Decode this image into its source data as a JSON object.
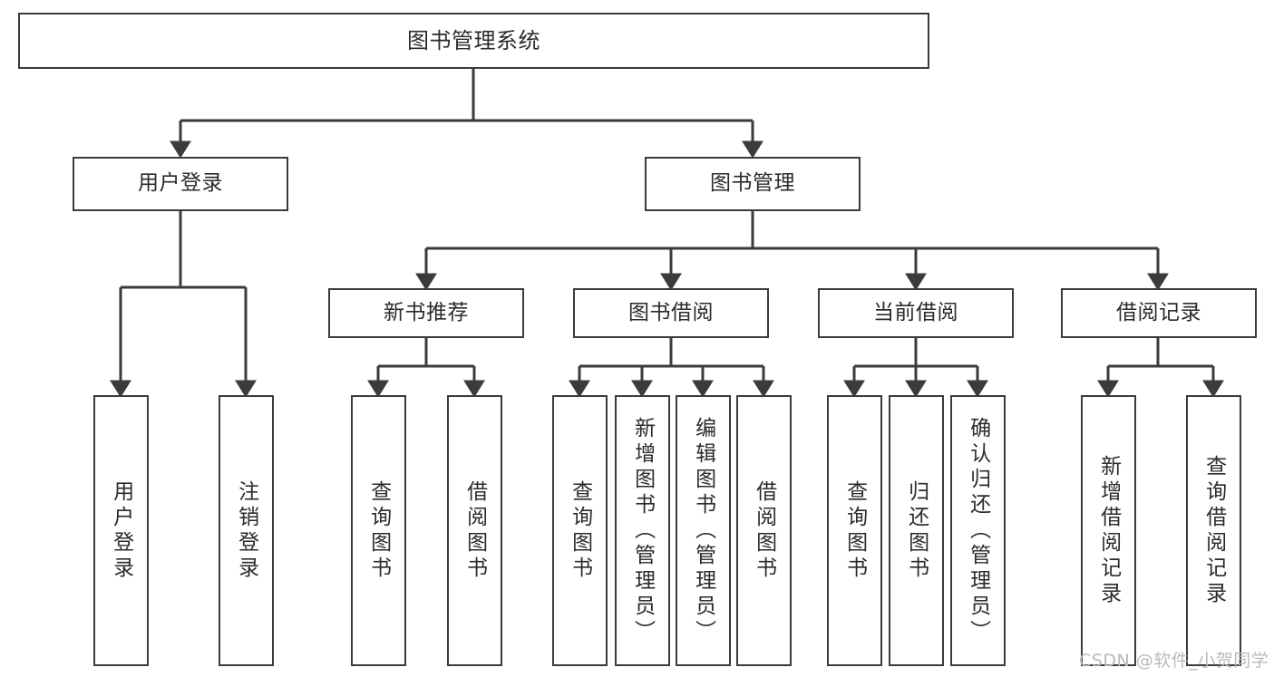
{
  "diagram": {
    "title": "图书管理系统",
    "type": "tree-hierarchy-chart",
    "orientation": "top-down",
    "line_color": "#3b3b3b",
    "box_fill": "#ffffff",
    "text_color": "#2b2b2b",
    "levels": [
      {
        "level": 0,
        "nodes": [
          {
            "id": "root",
            "label": "图书管理系统",
            "text_orientation": "horizontal"
          }
        ]
      },
      {
        "level": 1,
        "nodes": [
          {
            "id": "login",
            "label": "用户登录",
            "text_orientation": "horizontal",
            "parent": "root"
          },
          {
            "id": "bookmgmt",
            "label": "图书管理",
            "text_orientation": "horizontal",
            "parent": "root"
          }
        ]
      },
      {
        "level": 2,
        "nodes": [
          {
            "id": "newbook",
            "label": "新书推荐",
            "text_orientation": "horizontal",
            "parent": "bookmgmt"
          },
          {
            "id": "borrow",
            "label": "图书借阅",
            "text_orientation": "horizontal",
            "parent": "bookmgmt"
          },
          {
            "id": "current",
            "label": "当前借阅",
            "text_orientation": "horizontal",
            "parent": "bookmgmt"
          },
          {
            "id": "records",
            "label": "借阅记录",
            "text_orientation": "horizontal",
            "parent": "bookmgmt"
          }
        ]
      },
      {
        "level": 3,
        "nodes": [
          {
            "id": "leaf-user-login",
            "label": "用户登录",
            "text_orientation": "vertical",
            "parent": "login"
          },
          {
            "id": "leaf-user-logout",
            "label": "注销登录",
            "text_orientation": "vertical",
            "parent": "login"
          },
          {
            "id": "leaf-nb-query",
            "label": "查询图书",
            "text_orientation": "vertical",
            "parent": "newbook"
          },
          {
            "id": "leaf-nb-borrow",
            "label": "借阅图书",
            "text_orientation": "vertical",
            "parent": "newbook"
          },
          {
            "id": "leaf-br-query",
            "label": "查询图书",
            "text_orientation": "vertical",
            "parent": "borrow"
          },
          {
            "id": "leaf-br-add",
            "label": "新增图书（管理员）",
            "text_orientation": "vertical",
            "parent": "borrow"
          },
          {
            "id": "leaf-br-edit",
            "label": "编辑图书（管理员）",
            "text_orientation": "vertical",
            "parent": "borrow"
          },
          {
            "id": "leaf-br-borrow",
            "label": "借阅图书",
            "text_orientation": "vertical",
            "parent": "borrow"
          },
          {
            "id": "leaf-cur-query",
            "label": "查询图书",
            "text_orientation": "vertical",
            "parent": "current"
          },
          {
            "id": "leaf-cur-return",
            "label": "归还图书",
            "text_orientation": "vertical",
            "parent": "current"
          },
          {
            "id": "leaf-cur-confirm",
            "label": "确认归还（管理员）",
            "text_orientation": "vertical",
            "parent": "current"
          },
          {
            "id": "leaf-rec-add",
            "label": "新增借阅记录",
            "text_orientation": "vertical",
            "parent": "records"
          },
          {
            "id": "leaf-rec-query",
            "label": "查询借阅记录",
            "text_orientation": "vertical",
            "parent": "records"
          }
        ]
      }
    ]
  },
  "watermark": {
    "text": "CSDN @软件_小贺同学"
  }
}
